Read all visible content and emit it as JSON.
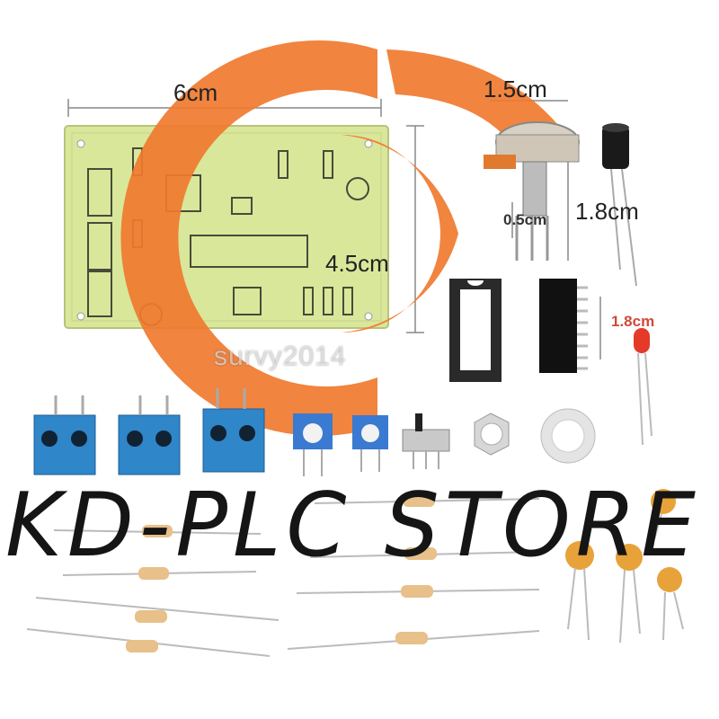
{
  "dimensions": {
    "pcb_width": "6cm",
    "pcb_height": "4.5cm",
    "pot_width": "1.5cm",
    "pot_shaft": "0.5cm",
    "cap_height": "1.8cm",
    "led_height": "1.8cm"
  },
  "watermark": "survy2014",
  "store_banner": "KD-PLC STORE",
  "colors": {
    "pcb": "#d9e79a",
    "logo": "#f07a2f",
    "terminal": "#2f86c9",
    "resistor": "#e8c08a",
    "ceramic_cap": "#e8a23a"
  }
}
